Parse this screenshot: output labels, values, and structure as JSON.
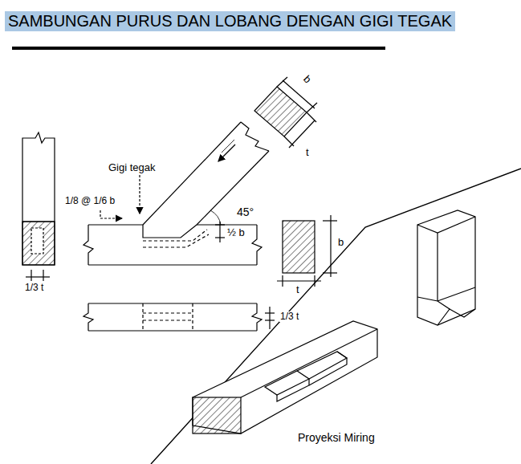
{
  "diagram": {
    "title": "SAMBUNGAN PURUS DAN LOBANG DENGAN GIGI TEGAK",
    "labels": [
      "b",
      "t",
      "Gigi tegak",
      "1/8 @ 1/6 b",
      "45°",
      "½ b",
      "b",
      "t",
      "1/3 t",
      "1/3 t",
      "Proyeksi Miring"
    ]
  }
}
